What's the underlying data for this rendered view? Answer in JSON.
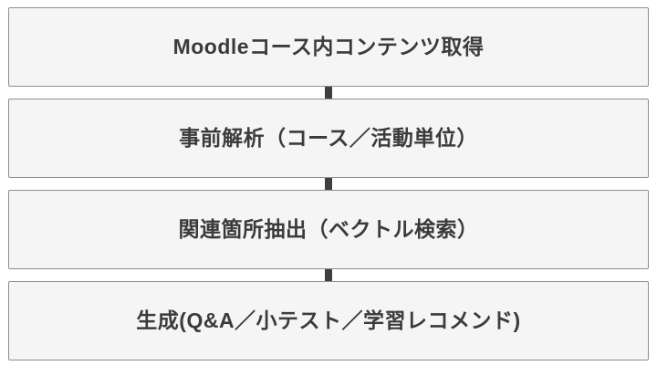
{
  "flow": {
    "type": "vertical-flowchart",
    "steps": [
      {
        "label": "Moodleコース内コンテンツ取得"
      },
      {
        "label": "事前解析（コース／活動単位）"
      },
      {
        "label": "関連箇所抽出（ベクトル検索）"
      },
      {
        "label": "生成(Q&A／小テスト／学習レコメンド)"
      }
    ],
    "colors": {
      "background": "#ffffff",
      "box_fill": "#f5f5f5",
      "box_border": "#8e8e8e",
      "text": "#3b3b3b",
      "connector": "#3f3f3f"
    }
  }
}
